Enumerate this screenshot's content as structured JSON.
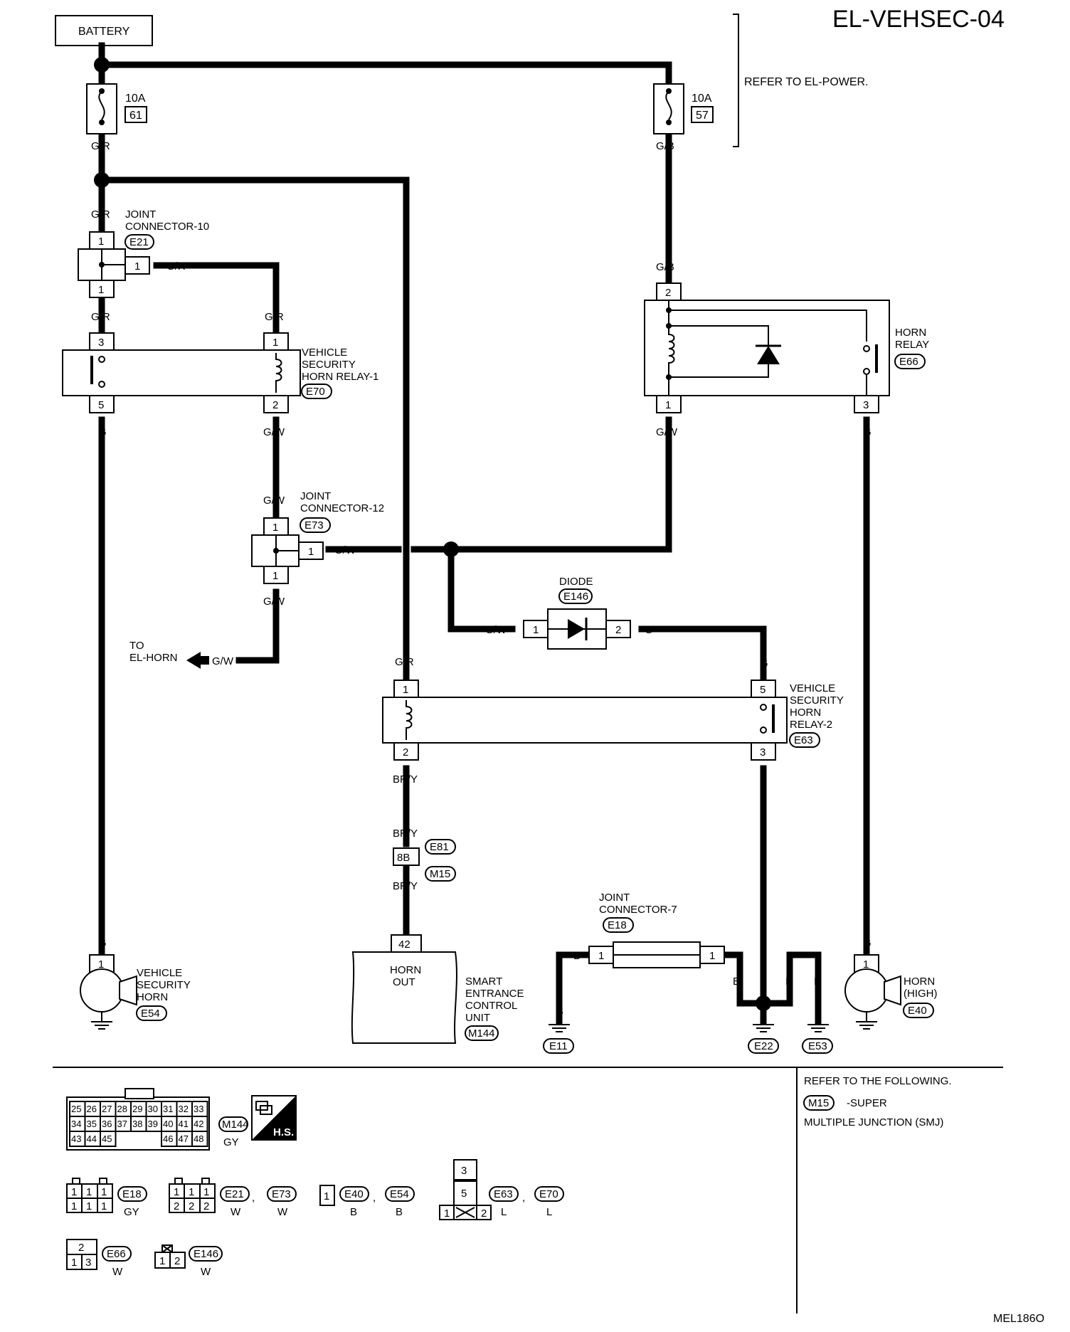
{
  "header": {
    "page_code": "EL-VEHSEC-04",
    "refer_power": "REFER TO EL-POWER.",
    "footer_code": "MEL186O"
  },
  "battery": "BATTERY",
  "fuses": [
    {
      "amp": "10A",
      "num": "61"
    },
    {
      "amp": "10A",
      "num": "57"
    }
  ],
  "wires": {
    "gr": "G/R",
    "gb": "G/B",
    "gw": "G/W",
    "g": "G",
    "b": "B",
    "bry": "BR/Y"
  },
  "components": {
    "jc10": {
      "name_l1": "JOINT",
      "name_l2": "CONNECTOR-10",
      "code": "E21"
    },
    "relay1": {
      "name_l1": "VEHICLE",
      "name_l2": "SECURITY",
      "name_l3": "HORN RELAY-1",
      "code": "E70"
    },
    "jc12": {
      "name_l1": "JOINT",
      "name_l2": "CONNECTOR-12",
      "code": "E73"
    },
    "horn_relay": {
      "name_l1": "HORN",
      "name_l2": "RELAY",
      "code": "E66"
    },
    "diode": {
      "name": "DIODE",
      "code": "E146"
    },
    "relay2": {
      "name_l1": "VEHICLE",
      "name_l2": "SECURITY",
      "name_l3": "HORN",
      "name_l4": "RELAY-2",
      "code": "E63"
    },
    "to_horn": {
      "l1": "TO",
      "l2": "EL-HORN"
    },
    "smj": {
      "pin": "8B",
      "code_a": "E81",
      "code_b": "M15"
    },
    "secu": {
      "pin": "42",
      "pin_label_l1": "HORN",
      "pin_label_l2": "OUT",
      "name_l1": "SMART",
      "name_l2": "ENTRANCE",
      "name_l3": "CONTROL",
      "name_l4": "UNIT",
      "code": "M144"
    },
    "jc7": {
      "name_l1": "JOINT",
      "name_l2": "CONNECTOR-7",
      "code": "E18"
    },
    "vs_horn": {
      "name_l1": "VEHICLE",
      "name_l2": "SECURITY",
      "name_l3": "HORN",
      "code": "E54"
    },
    "horn_high": {
      "name_l1": "HORN",
      "name_l2": "(HIGH)",
      "code": "E40"
    },
    "grounds": [
      "E11",
      "E22",
      "E53"
    ]
  },
  "pins": {
    "p1": "1",
    "p2": "2",
    "p3": "3",
    "p5": "5"
  },
  "connector_views": {
    "m144_rows": [
      [
        "25",
        "26",
        "27",
        "28",
        "29",
        "30",
        "31",
        "32",
        "33"
      ],
      [
        "34",
        "35",
        "36",
        "37",
        "38",
        "39",
        "40",
        "41",
        "42"
      ],
      [
        "43",
        "44",
        "45",
        "",
        "",
        "",
        "46",
        "47",
        "48"
      ]
    ],
    "m144": {
      "code": "M144",
      "color": "GY"
    },
    "hs_label": "H.S.",
    "e18": {
      "code": "E18",
      "color": "GY"
    },
    "e21": {
      "code": "E21",
      "color": "W"
    },
    "e73": {
      "code": "E73",
      "color": "W"
    },
    "e40": {
      "code": "E40",
      "color": "B"
    },
    "e54": {
      "code": "E54",
      "color": "B"
    },
    "e63": {
      "code": "E63",
      "color": "L"
    },
    "e70": {
      "code": "E70",
      "color": "L"
    },
    "e66": {
      "code": "E66",
      "color": "W"
    },
    "e146": {
      "code": "E146",
      "color": "W"
    },
    "sep": ","
  },
  "refer_box": {
    "l1": "REFER TO THE FOLLOWING.",
    "code": "M15",
    "l2": "-SUPER",
    "l3": "MULTIPLE JUNCTION (SMJ)"
  }
}
